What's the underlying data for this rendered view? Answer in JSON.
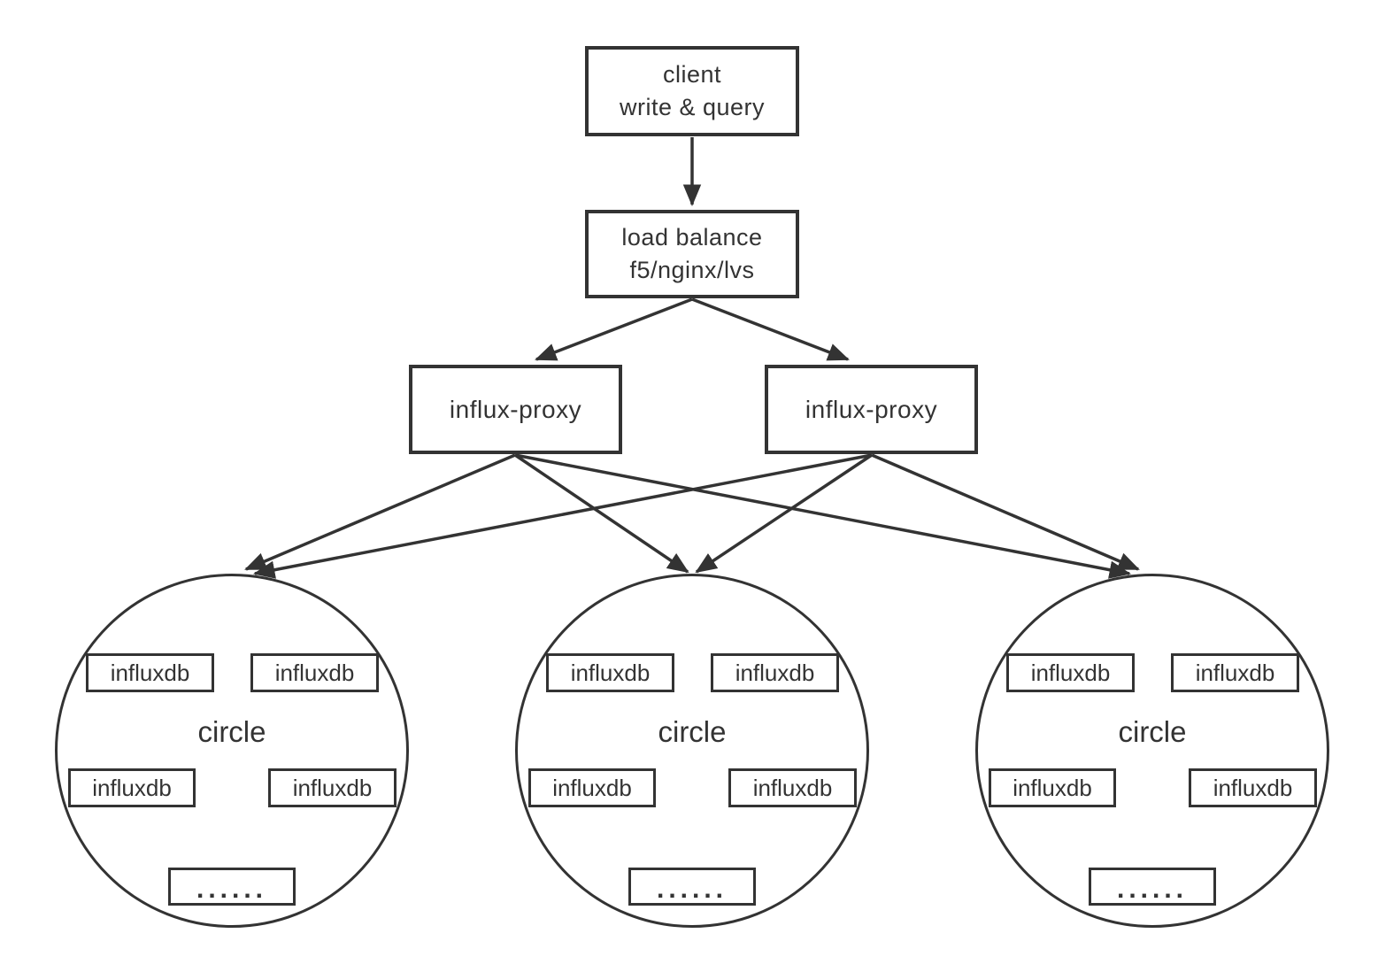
{
  "diagram": {
    "background": "#ffffff",
    "stroke_color": "#333333",
    "nodes": {
      "client": {
        "line1": "client",
        "line2": "write & query"
      },
      "load_balance": {
        "line1": "load balance",
        "line2": "f5/nginx/lvs"
      },
      "proxy_left": {
        "label": "influx-proxy"
      },
      "proxy_right": {
        "label": "influx-proxy"
      }
    },
    "clusters": [
      {
        "label": "circle",
        "members": [
          "influxdb",
          "influxdb",
          "influxdb",
          "influxdb"
        ],
        "ellipsis": "......"
      },
      {
        "label": "circle",
        "members": [
          "influxdb",
          "influxdb",
          "influxdb",
          "influxdb"
        ],
        "ellipsis": "......"
      },
      {
        "label": "circle",
        "members": [
          "influxdb",
          "influxdb",
          "influxdb",
          "influxdb"
        ],
        "ellipsis": "......"
      }
    ],
    "edges": [
      {
        "from": "client",
        "to": "load-balance"
      },
      {
        "from": "load-balance",
        "to": "influx-proxy-left"
      },
      {
        "from": "load-balance",
        "to": "influx-proxy-right"
      },
      {
        "from": "influx-proxy-left",
        "to": "circle-1"
      },
      {
        "from": "influx-proxy-left",
        "to": "circle-2"
      },
      {
        "from": "influx-proxy-left",
        "to": "circle-3"
      },
      {
        "from": "influx-proxy-right",
        "to": "circle-1"
      },
      {
        "from": "influx-proxy-right",
        "to": "circle-2"
      },
      {
        "from": "influx-proxy-right",
        "to": "circle-3"
      }
    ]
  }
}
